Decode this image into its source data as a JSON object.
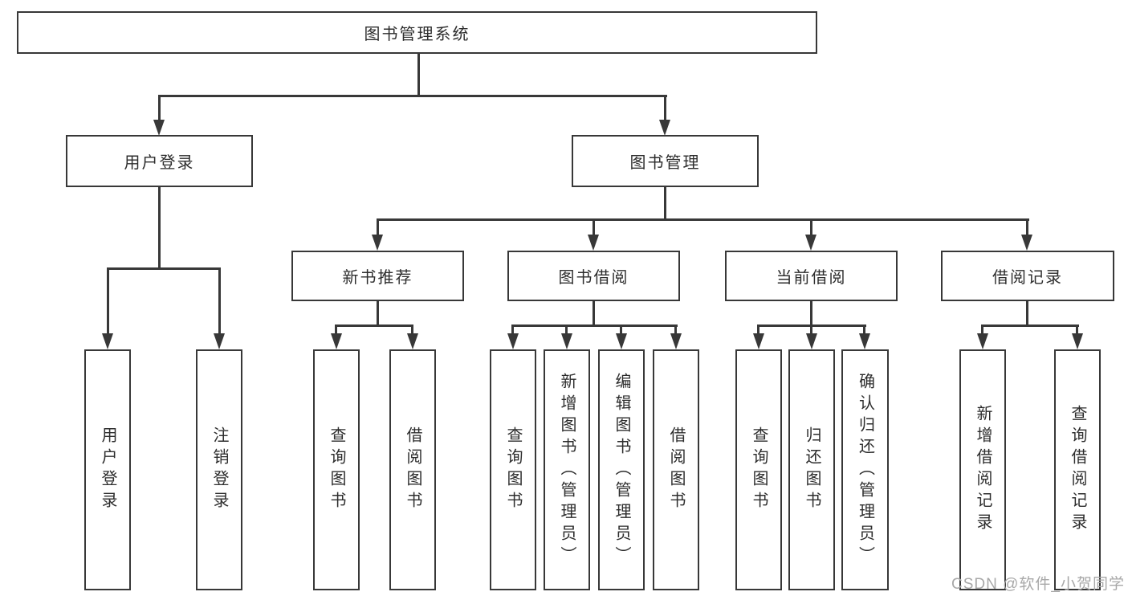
{
  "diagram": {
    "root": {
      "label": "图书管理系统"
    },
    "level2": [
      {
        "label": "用户登录"
      },
      {
        "label": "图书管理"
      }
    ],
    "level3": [
      {
        "label": "新书推荐"
      },
      {
        "label": "图书借阅"
      },
      {
        "label": "当前借阅"
      },
      {
        "label": "借阅记录"
      }
    ],
    "leaves": {
      "user_login": [
        "用户登录",
        "注销登录"
      ],
      "new_book_recommend": [
        "查询图书",
        "借阅图书"
      ],
      "book_borrow": [
        "查询图书",
        "新增图书（管理员）",
        "编辑图书（管理员）",
        "借阅图书"
      ],
      "current_borrow": [
        "查询图书",
        "归还图书",
        "确认归还（管理员）"
      ],
      "borrow_records": [
        "新增借阅记录",
        "查询借阅记录"
      ]
    }
  },
  "watermark": {
    "text": "CSDN @软件_小贺同学"
  },
  "colors": {
    "line": "#383838",
    "text": "#2d2d2d",
    "watermark": "#a8a8a8",
    "background": "#ffffff"
  }
}
